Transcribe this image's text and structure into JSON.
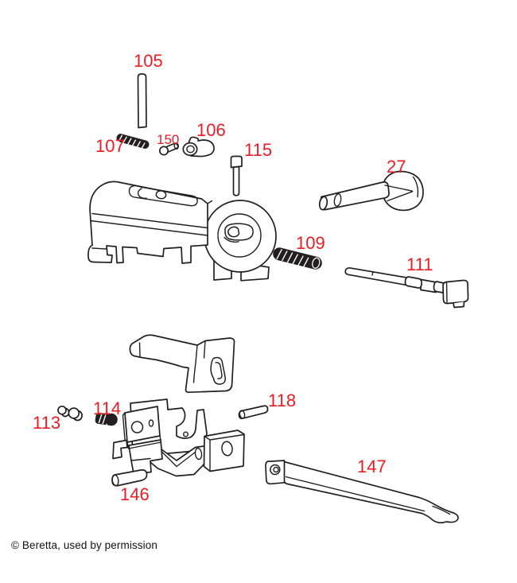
{
  "colors": {
    "label": "#ed1c24",
    "line": "#231f20",
    "background": "#ffffff"
  },
  "diagram": {
    "type": "exploded-parts-diagram",
    "labels": {
      "l105": "105",
      "l106": "106",
      "l107": "107",
      "l109": "109",
      "l111": "111",
      "l113": "113",
      "l114": "114",
      "l115": "115",
      "l118": "118",
      "l146": "146",
      "l147": "147",
      "l150": "150",
      "l27": "27"
    }
  },
  "footer": {
    "copyright": "© Beretta, used by permission"
  }
}
